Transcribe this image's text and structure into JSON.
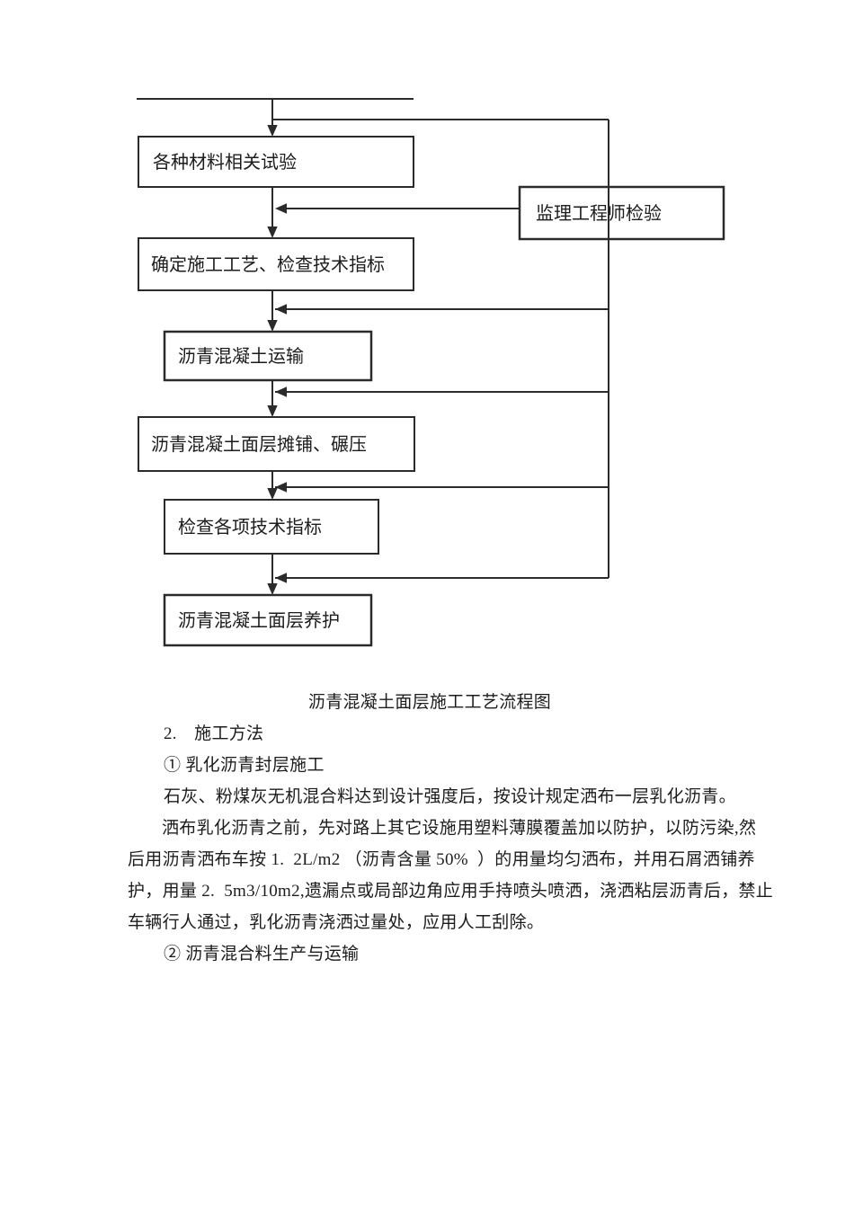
{
  "flowchart": {
    "caption": "沥青混凝土面层施工工艺流程图",
    "boxes": {
      "material_test": "各种材料相关试验",
      "supervisor_check": "监理工程师检验",
      "determine_process": "确定施工工艺、检查技术指标",
      "transport": "沥青混凝土运输",
      "paving_rolling": "沥青混凝土面层摊铺、碾压",
      "check_indicators": "检查各项技术指标",
      "curing": "沥青混凝土面层养护"
    }
  },
  "body": {
    "section_heading": "2.　施工方法",
    "item1": "① 乳化沥青封层施工",
    "para1": "石灰、粉煤灰无机混合料达到设计强度后，按设计规定洒布一层乳化沥青。",
    "para2_lines": [
      "洒布乳化沥青之前，先对路上其它设施用塑料薄膜覆盖加以防护，以防污染,然",
      "后用沥青洒布车按 1.  2L/m2 （沥青含量 50%  ）的用量均匀洒布，并用石屑洒铺养",
      "护，用量 2.  5m3/10m2,遗漏点或局部边角应用手持喷头喷洒，浇洒粘层沥青后，禁止",
      "车辆行人通过，乳化沥青浇洒过量处，应用人工刮除。"
    ],
    "item2": "② 沥青混合料生产与运输"
  },
  "colors": {
    "background": "#ffffff",
    "line": "#2b2b2b",
    "text": "#1c1c1c"
  }
}
